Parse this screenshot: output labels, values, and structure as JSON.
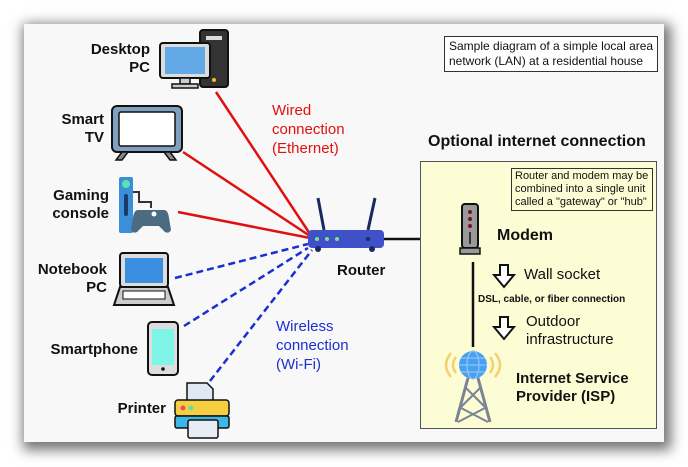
{
  "caption": "Sample diagram of a simple local area network (LAN) at a residential house",
  "caption_lines": [
    "Sample diagram of a simple local area",
    "network (LAN) at a residential house"
  ],
  "devices": {
    "desktop": {
      "line1": "Desktop",
      "line2": "PC",
      "icon": "desktop-computer-icon",
      "connection": "wired"
    },
    "tv": {
      "line1": "Smart",
      "line2": "TV",
      "icon": "television-icon",
      "connection": "wired"
    },
    "console": {
      "line1": "Gaming",
      "line2": "console",
      "icon": "game-console-icon",
      "connection": "wired"
    },
    "notebook": {
      "line1": "Notebook",
      "line2": "PC",
      "icon": "laptop-icon",
      "connection": "wireless"
    },
    "smartphone": {
      "line1": "Smartphone",
      "icon": "smartphone-icon",
      "connection": "wireless"
    },
    "printer": {
      "line1": "Printer",
      "icon": "printer-icon",
      "connection": "wireless"
    }
  },
  "wired_label": [
    "Wired",
    "connection",
    "(Ethernet)"
  ],
  "wireless_label": [
    "Wireless",
    "connection",
    "(Wi-Fi)"
  ],
  "router": {
    "label": "Router",
    "icon": "router-icon"
  },
  "internet": {
    "title": "Optional internet connection",
    "gateway_note": [
      "Router and modem may be",
      "combined into a single unit",
      "called a \"gateway\" or \"hub\""
    ],
    "modem": "Modem",
    "wall_socket": "Wall socket",
    "connection_type": "DSL, cable, or fiber connection",
    "outdoor": [
      "Outdoor",
      "infrastructure"
    ],
    "isp": [
      "Internet Service",
      "Provider (ISP)"
    ]
  },
  "colors": {
    "wired": "#e01010",
    "wireless": "#1a2fd0",
    "router": "#3f51c8",
    "isp_box_bg": "#fdfdd5"
  }
}
